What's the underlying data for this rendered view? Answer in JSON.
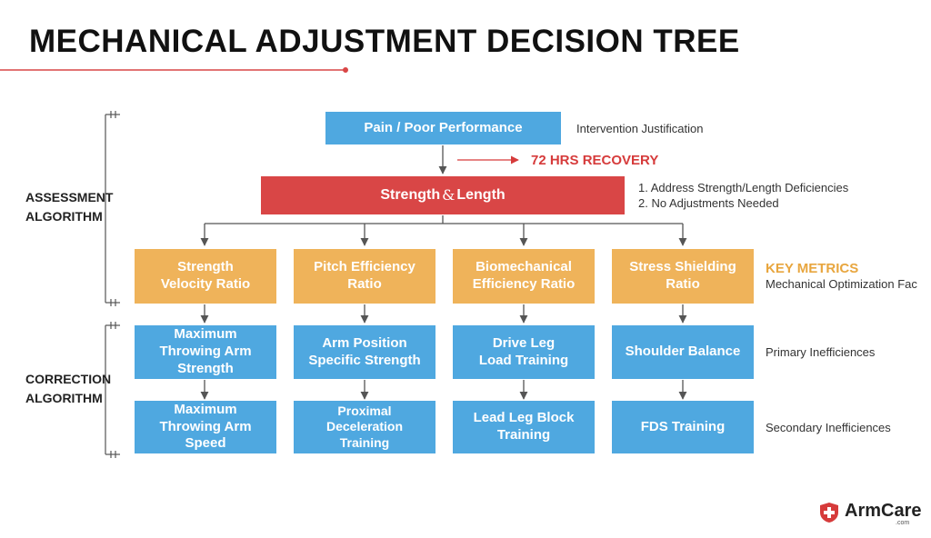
{
  "title": "MECHANICAL ADJUSTMENT DECISION TREE",
  "colors": {
    "blue": "#4fa8e0",
    "orange": "#efb35a",
    "red": "#d94646",
    "accent_red": "#d63b3b",
    "key_metrics": "#e8a63f"
  },
  "top": {
    "box": "Pain / Poor Performance",
    "note": "Intervention Justification"
  },
  "recovery": "72 HRS RECOVERY",
  "middle": {
    "box_part1": "Strength ",
    "box_amp": "&",
    "box_part2": " Length",
    "notes": [
      "1. Address Strength/Length Deficiencies",
      "2. No Adjustments Needed"
    ]
  },
  "sections": {
    "assessment": [
      "ASSESSMENT",
      "ALGORITHM"
    ],
    "correction": [
      "CORRECTION",
      "ALGORITHM"
    ]
  },
  "metrics": [
    [
      "Strength",
      "Velocity Ratio"
    ],
    [
      "Pitch Efficiency",
      "Ratio"
    ],
    [
      "Biomechanical",
      "Efficiency Ratio"
    ],
    [
      "Stress Shielding",
      "Ratio"
    ]
  ],
  "key_metrics": {
    "title": "KEY METRICS",
    "subtitle": "Mechanical Optimization Fac"
  },
  "primary": [
    [
      "Maximum",
      "Throwing Arm",
      "Strength"
    ],
    [
      "Arm Position",
      "Specific Strength"
    ],
    [
      "Drive Leg",
      "Load Training"
    ],
    [
      "Shoulder Balance"
    ]
  ],
  "primary_note": "Primary Inefficiences",
  "secondary": [
    [
      "Maximum",
      "Throwing Arm",
      "Speed"
    ],
    [
      "Proximal Deceleration",
      "Training"
    ],
    [
      "Lead Leg Block",
      "Training"
    ],
    [
      "FDS Training"
    ]
  ],
  "secondary_note": "Secondary Inefficiences",
  "logo": {
    "name": "ArmCare",
    "sub": ".com"
  }
}
